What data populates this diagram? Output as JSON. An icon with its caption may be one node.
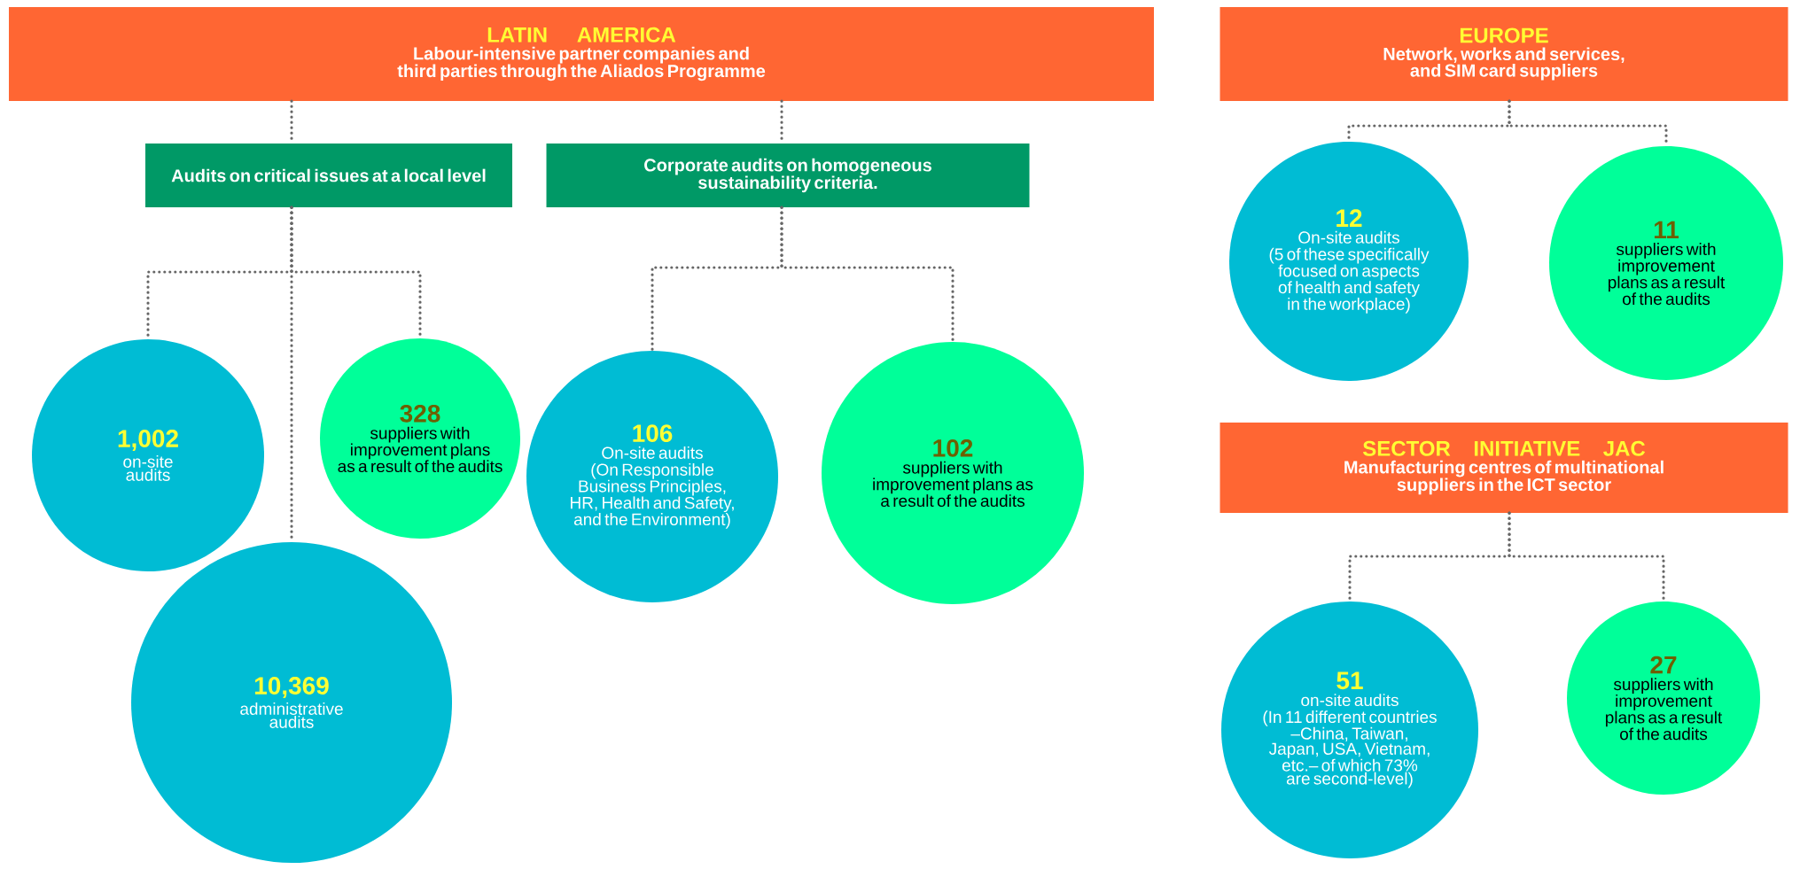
{
  "diagram": {
    "nodes": [
      {
        "text": [
          "LATIN AMERICA",
          "Labour-intensive partner companies and third parties through the Aliados Programme"
        ]
      },
      {
        "text": [
          "Audits on critical issues at a local level"
        ]
      },
      {
        "text": [
          "Corporate audits on homogeneous sustainability criteria."
        ]
      },
      {
        "text": [
          "1,002",
          "on-site audits"
        ]
      },
      {
        "text": [
          "328",
          "suppliers with improvement plans as a result of the audits"
        ]
      },
      {
        "text": [
          "10,369",
          "administrative audits"
        ]
      },
      {
        "text": [
          "106",
          "On-site audits",
          "(On Responsible Business Principles, HR, Health and Safety, and the Environment)"
        ]
      },
      {
        "text": [
          "102",
          "suppliers with improvement plans as a result of the audits"
        ]
      },
      {
        "text": [
          "EUROPE",
          "Network, works and services, and SIM card suppliers"
        ]
      },
      {
        "text": [
          "12",
          "On-site audits",
          "(5 of these specifically focused on aspects of health and safety in the workplace)"
        ]
      },
      {
        "text": [
          "11",
          "suppliers with improvement plans as a result of the audits"
        ]
      },
      {
        "text": [
          "SECTOR INITIATIVE JAC",
          "Manufacturing centres of multinational suppliers in the ICT sector"
        ]
      },
      {
        "text": [
          "51",
          "on-site audits",
          "(In 11 different countries –China, Taiwan, Japan, USA, Vietnam, etc.– of which 73% are second-level)"
        ]
      },
      {
        "text": [
          "27",
          "suppliers with improvement plans as a result of the audits"
        ]
      }
    ],
    "edges": [
      {
        "from": 0,
        "to": 1,
        "arrow": "none"
      },
      {
        "from": 0,
        "to": 2,
        "arrow": "none"
      },
      {
        "from": 1,
        "to": 3,
        "arrow": "none"
      },
      {
        "from": 1,
        "to": 5,
        "arrow": "none"
      },
      {
        "from": 1,
        "to": 4,
        "arrow": "none"
      },
      {
        "from": 2,
        "to": 6,
        "arrow": "none"
      },
      {
        "from": 2,
        "to": 7,
        "arrow": "none"
      },
      {
        "from": 8,
        "to": 9,
        "arrow": "none"
      },
      {
        "from": 8,
        "to": 10,
        "arrow": "none"
      },
      {
        "from": 11,
        "to": 12,
        "arrow": "none"
      },
      {
        "from": 11,
        "to": 13,
        "arrow": "none"
      }
    ]
  }
}
